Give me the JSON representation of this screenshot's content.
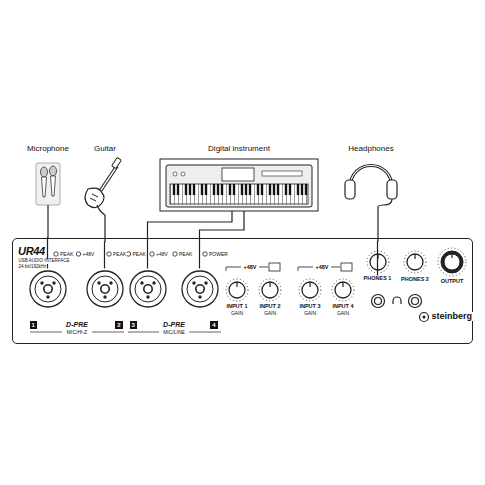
{
  "diagram": {
    "nodes": [
      {
        "text": [
          "Microphone"
        ]
      },
      {
        "text": [
          "Guitar"
        ]
      },
      {
        "text": [
          "Digital instrument"
        ]
      },
      {
        "text": [
          "Headphones"
        ]
      },
      {
        "text": [
          "UR44"
        ]
      },
      {
        "text": [
          "1"
        ],
        "in": 4
      },
      {
        "text": [
          "2"
        ],
        "in": 4
      },
      {
        "text": [
          "3"
        ],
        "in": 4
      },
      {
        "text": [
          "4"
        ],
        "in": 4
      },
      {
        "text": [
          "PHONES 1"
        ],
        "in": 4
      }
    ],
    "edges": [
      {
        "from": 0,
        "to": 5,
        "arrow": "none"
      },
      {
        "from": 1,
        "to": 6,
        "arrow": "none"
      },
      {
        "from": 2,
        "to": 7,
        "arrow": "none"
      },
      {
        "from": 2,
        "to": 8,
        "arrow": "none"
      },
      {
        "from": 3,
        "to": 9,
        "arrow": "none"
      }
    ],
    "labels": [
      "USB AUDIO INTERFACE",
      "24-bit/192kHz",
      "PEAK",
      "+48V",
      "PEAK",
      "PEAK",
      "+48V",
      "PEAK",
      "POWER",
      "+48V",
      "+48V",
      "INPUT 1",
      "GAIN",
      "INPUT 2",
      "GAIN",
      "INPUT 3",
      "GAIN",
      "INPUT 4",
      "GAIN",
      "PHONES 2",
      "OUTPUT",
      "D-PRE",
      "MIC/HI-Z",
      "D-PRE",
      "MIC/LINE",
      "steinberg"
    ]
  }
}
